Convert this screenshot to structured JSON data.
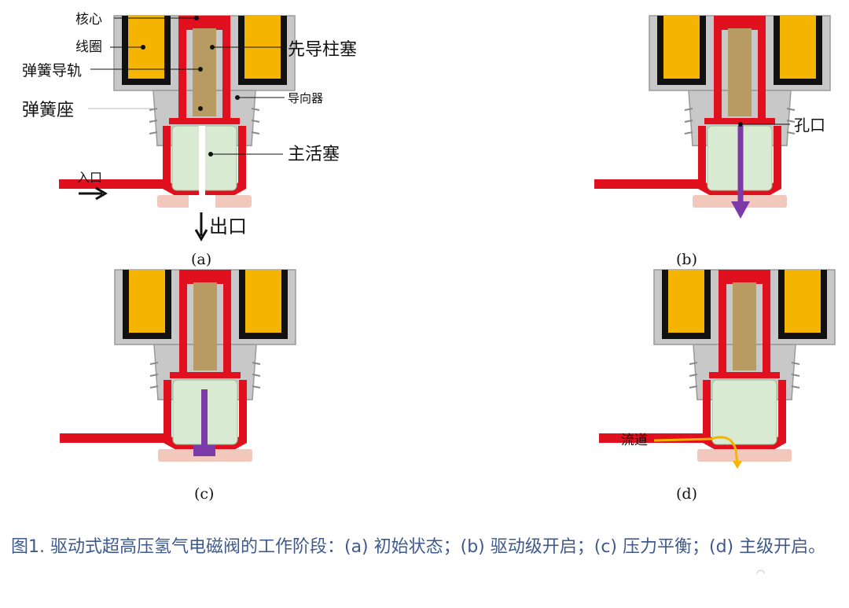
{
  "colors": {
    "coil": "#f5b400",
    "coil_border": "#111111",
    "housing": "#c8c8c8",
    "housing_dark": "#9a9a9a",
    "red": "#e0101e",
    "pilot": "#b89a63",
    "piston": "#d9ead3",
    "base_pink": "#f2c8bc",
    "purple": "#7b3aa8",
    "flow": "#f5b400"
  },
  "panels": {
    "a": {
      "caption": "(a)",
      "labels": {
        "core": "核心",
        "coil": "线圈",
        "spring_guide": "弹簧导轨",
        "spring_seat": "弹簧座",
        "pilot_plunger": "先导柱塞",
        "guide": "导向器",
        "main_piston": "主活塞",
        "inlet": "入口",
        "outlet": "出口"
      }
    },
    "b": {
      "caption": "(b)",
      "labels": {
        "orifice": "孔口"
      }
    },
    "c": {
      "caption": "(c)"
    },
    "d": {
      "caption": "(d)",
      "labels": {
        "flow_channel": "流道"
      }
    }
  },
  "figure_caption": "图1. 驱动式超高压氢气电磁阀的工作阶段：(a) 初始状态；(b) 驱动级开启；(c) 压力平衡；(d) 主级开启。",
  "icons": {
    "corner": "loading-spinner-icon"
  }
}
